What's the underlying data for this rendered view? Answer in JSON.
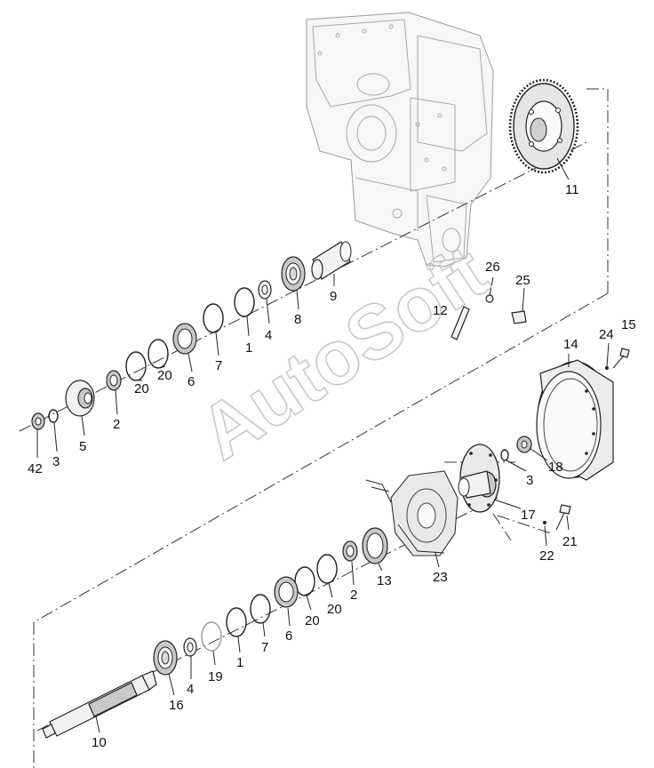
{
  "watermark": "AutoSoft",
  "callouts": [
    {
      "id": "c11",
      "text": "11"
    },
    {
      "id": "c9",
      "text": "9"
    },
    {
      "id": "c8",
      "text": "8"
    },
    {
      "id": "c4a",
      "text": "4"
    },
    {
      "id": "c1a",
      "text": "1"
    },
    {
      "id": "c7a",
      "text": "7"
    },
    {
      "id": "c6a",
      "text": "6"
    },
    {
      "id": "c20a",
      "text": "20"
    },
    {
      "id": "c20b",
      "text": "20"
    },
    {
      "id": "c2a",
      "text": "2"
    },
    {
      "id": "c5",
      "text": "5"
    },
    {
      "id": "c3a",
      "text": "3"
    },
    {
      "id": "c42",
      "text": "42"
    },
    {
      "id": "c26",
      "text": "26"
    },
    {
      "id": "c25",
      "text": "25"
    },
    {
      "id": "c12",
      "text": "12"
    },
    {
      "id": "c14",
      "text": "14"
    },
    {
      "id": "c24",
      "text": "24"
    },
    {
      "id": "c15",
      "text": "15"
    },
    {
      "id": "c18",
      "text": "18"
    },
    {
      "id": "c3b",
      "text": "3"
    },
    {
      "id": "c17",
      "text": "17"
    },
    {
      "id": "c21",
      "text": "21"
    },
    {
      "id": "c22",
      "text": "22"
    },
    {
      "id": "c23",
      "text": "23"
    },
    {
      "id": "c13",
      "text": "13"
    },
    {
      "id": "c2b",
      "text": "2"
    },
    {
      "id": "c20c",
      "text": "20"
    },
    {
      "id": "c20d",
      "text": "20"
    },
    {
      "id": "c6b",
      "text": "6"
    },
    {
      "id": "c7b",
      "text": "7"
    },
    {
      "id": "c1b",
      "text": "1"
    },
    {
      "id": "c19",
      "text": "19"
    },
    {
      "id": "c4b",
      "text": "4"
    },
    {
      "id": "c16",
      "text": "16"
    },
    {
      "id": "c10",
      "text": "10"
    }
  ]
}
